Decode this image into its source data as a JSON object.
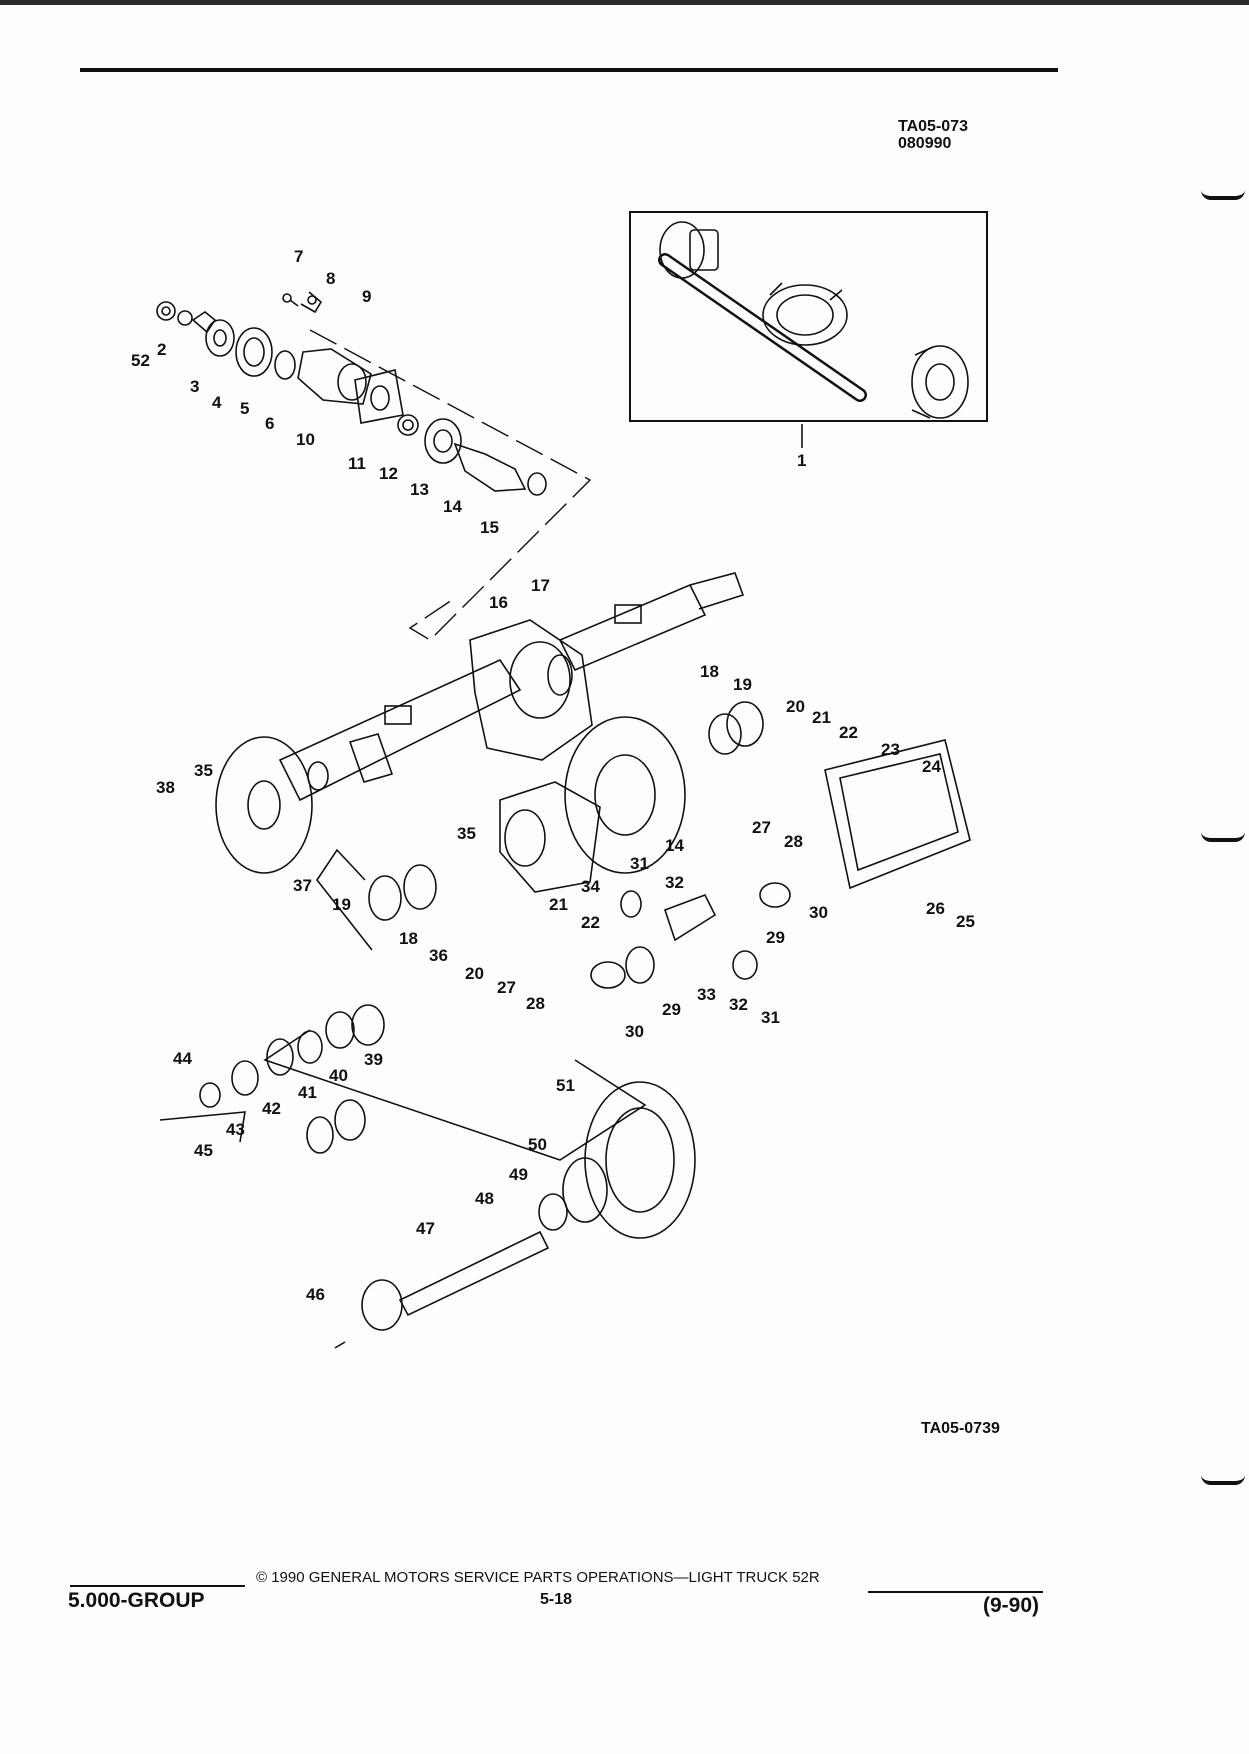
{
  "header": {
    "ref_code_line1": "TA05-073",
    "ref_code_line2": "080990"
  },
  "figure": {
    "id": "TA05-0739",
    "inset_callout": "1",
    "callouts": [
      "2",
      "3",
      "4",
      "5",
      "6",
      "7",
      "8",
      "9",
      "10",
      "11",
      "12",
      "13",
      "14",
      "14",
      "15",
      "16",
      "17",
      "18",
      "18",
      "19",
      "19",
      "20",
      "20",
      "21",
      "21",
      "22",
      "22",
      "23",
      "24",
      "25",
      "26",
      "27",
      "27",
      "28",
      "28",
      "29",
      "29",
      "30",
      "30",
      "31",
      "31",
      "32",
      "32",
      "33",
      "34",
      "35",
      "35",
      "36",
      "37",
      "38",
      "39",
      "40",
      "41",
      "42",
      "43",
      "44",
      "45",
      "46",
      "47",
      "48",
      "49",
      "50",
      "51",
      "52"
    ]
  },
  "footer": {
    "group": "5.000-GROUP",
    "copyright": "© 1990 GENERAL MOTORS SERVICE PARTS OPERATIONS—LIGHT TRUCK 52R",
    "page": "5-18",
    "revision": "(9-90)"
  },
  "colors": {
    "ink": "#111111",
    "paper": "#fdfdfb"
  }
}
